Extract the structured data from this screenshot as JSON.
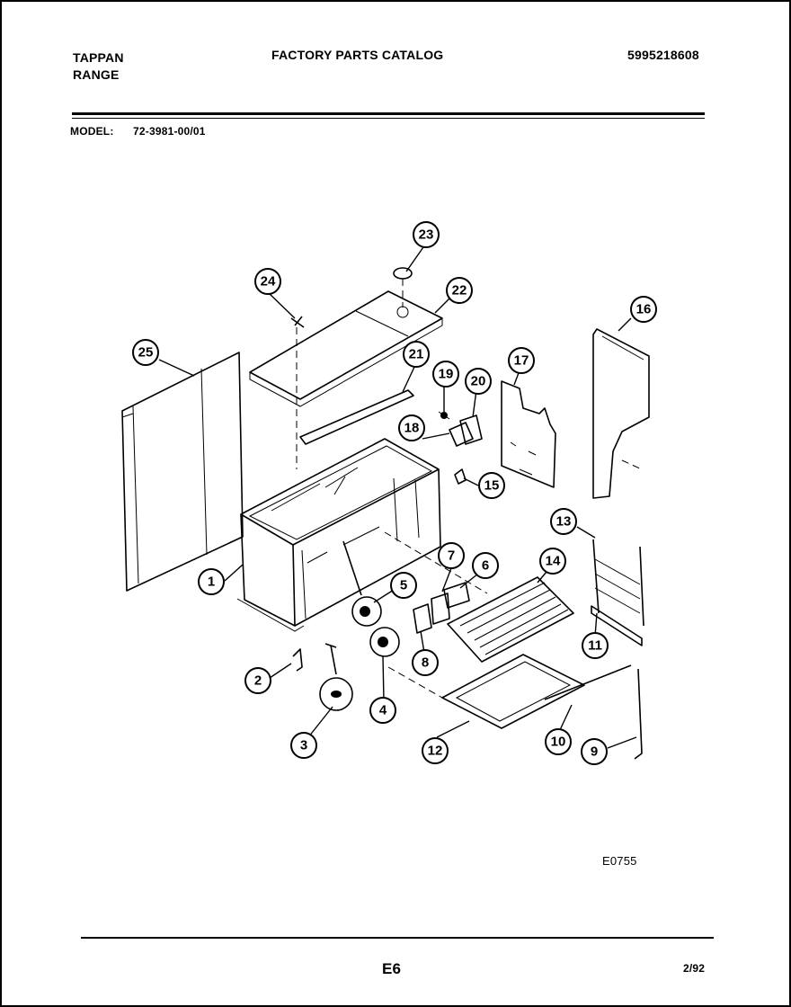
{
  "header": {
    "brand_line1": "TAPPAN",
    "brand_line2": "RANGE",
    "catalog_title": "FACTORY PARTS CATALOG",
    "catalog_number": "5995218608",
    "model_label": "MODEL:",
    "model_value": "72-3981-00/01"
  },
  "diagram": {
    "callouts": [
      "1",
      "2",
      "3",
      "4",
      "5",
      "6",
      "7",
      "8",
      "9",
      "10",
      "11",
      "12",
      "13",
      "14",
      "15",
      "16",
      "17",
      "18",
      "19",
      "20",
      "21",
      "22",
      "23",
      "24",
      "25"
    ],
    "figure_code": "E0755"
  },
  "footer": {
    "page": "E6",
    "date": "2/92"
  }
}
